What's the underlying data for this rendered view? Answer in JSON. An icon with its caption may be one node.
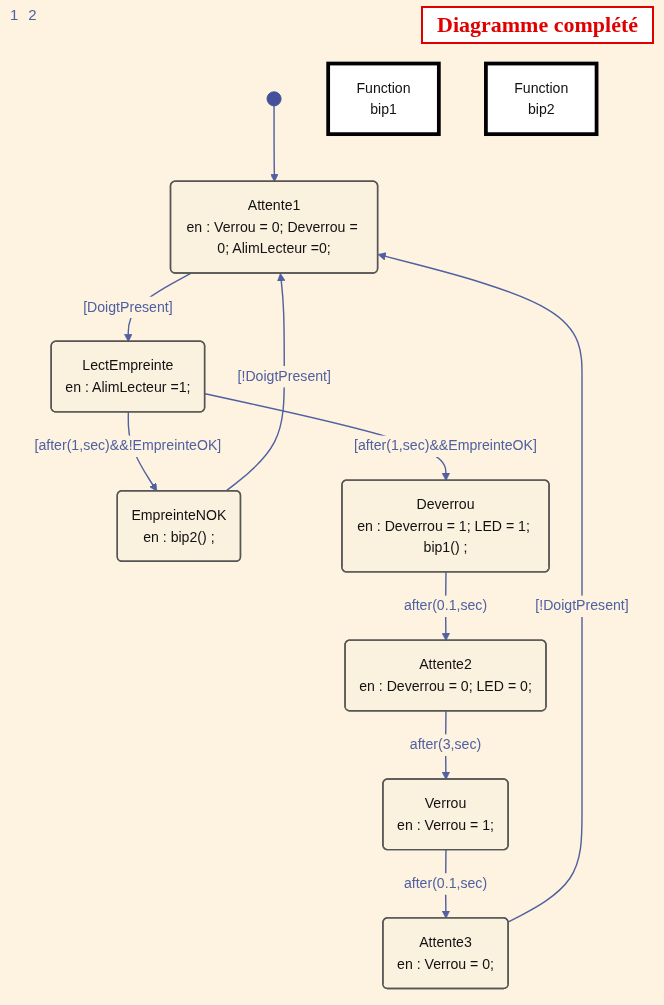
{
  "diagram": {
    "title": "Diagramme complété",
    "nodes": [
      {
        "text": [],
        "shape": "circle"
      },
      {
        "text": [
          "Attente1",
          "en : Verrou = 0; Deverrou = 0; AlimLecteur =0;"
        ]
      },
      {
        "text": [
          "LectEmpreinte",
          "en : AlimLecteur =1;"
        ]
      },
      {
        "text": [
          "EmpreinteNOK",
          "en : bip2() ;"
        ]
      },
      {
        "text": [
          "Deverrou",
          "en : Deverrou = 1; LED = 1; bip1() ;"
        ]
      },
      {
        "text": [
          "Attente2",
          "en : Deverrou = 0; LED = 0;"
        ]
      },
      {
        "text": [
          "Verrou",
          "en : Verrou = 1;"
        ]
      },
      {
        "text": [
          "Attente3",
          "en : Verrou = 0;"
        ]
      },
      {
        "text": [
          "Function",
          "bip1"
        ]
      },
      {
        "text": [
          "Function",
          "bip2"
        ]
      }
    ],
    "edges": [
      {
        "from": 0,
        "to": 1,
        "arrow": "to"
      },
      {
        "from": 1,
        "to": 2,
        "arrow": "to",
        "label": "[DoigtPresent]"
      },
      {
        "from": 2,
        "to": 3,
        "arrow": "to",
        "label": "[after(1,sec)&&!EmpreinteOK]"
      },
      {
        "from": 2,
        "to": 4,
        "arrow": "to",
        "label": "[after(1,sec)&&EmpreinteOK]"
      },
      {
        "from": 3,
        "to": 1,
        "arrow": "to",
        "label": "[!DoigtPresent]"
      },
      {
        "from": 4,
        "to": 5,
        "arrow": "to",
        "label": "after(0.1,sec)"
      },
      {
        "from": 5,
        "to": 6,
        "arrow": "to",
        "label": "after(3,sec)"
      },
      {
        "from": 6,
        "to": 7,
        "arrow": "to",
        "label": "after(0.1,sec)"
      },
      {
        "from": 7,
        "to": 1,
        "arrow": "to",
        "label": "[!DoigtPresent]"
      }
    ],
    "labels": [
      "1",
      "2"
    ]
  }
}
